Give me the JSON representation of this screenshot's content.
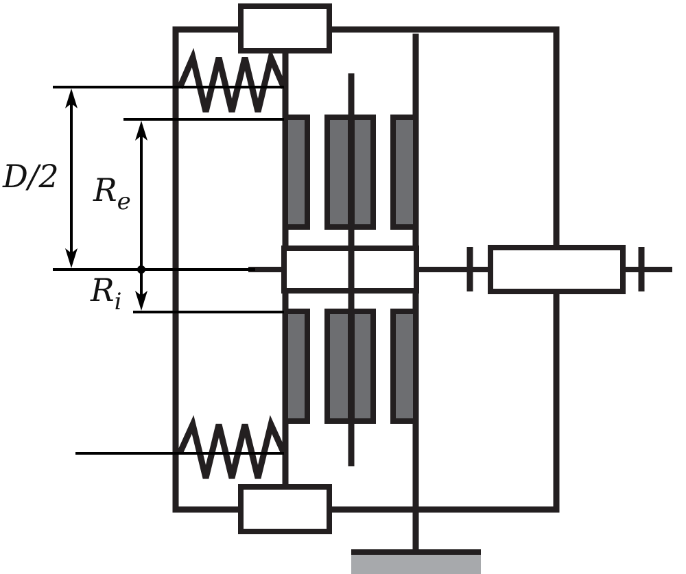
{
  "labels": {
    "half_diameter": "D/2",
    "outer_radius": {
      "symbol": "R",
      "subscript": "e"
    },
    "inner_radius": {
      "symbol": "R",
      "subscript": "i"
    }
  },
  "colors": {
    "stroke": "#231f20",
    "friction_plate": "#6d6e71",
    "ground": "#a7a9ac",
    "background": "#ffffff"
  }
}
